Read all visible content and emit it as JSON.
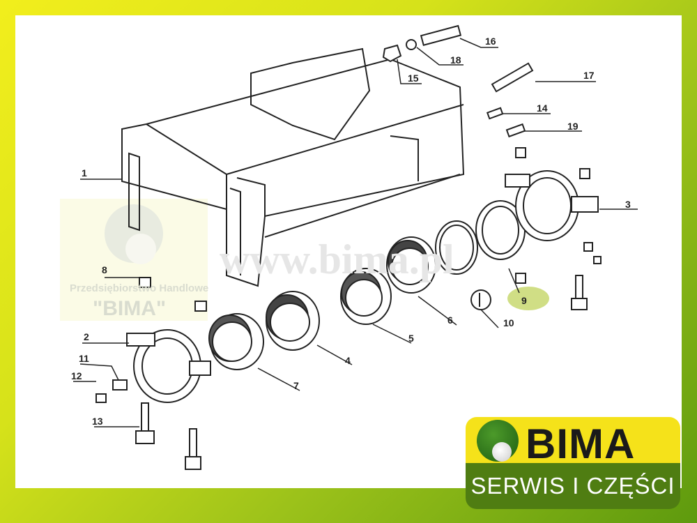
{
  "watermark": {
    "line1": "Przedsiębiorstwo Handlowe",
    "line2": "\"BIMA\"",
    "url": "www.bima.pl"
  },
  "logo": {
    "word": "BIMA",
    "tagline": "SERWIS I CZĘŚCI"
  },
  "colors": {
    "frame_yellow": "#f2ee1c",
    "frame_green": "#5e9a0e",
    "highlight": "#c8d870"
  },
  "parts": [
    {
      "label": "1"
    },
    {
      "label": "2"
    },
    {
      "label": "3"
    },
    {
      "label": "4"
    },
    {
      "label": "5"
    },
    {
      "label": "6"
    },
    {
      "label": "7"
    },
    {
      "label": "8"
    },
    {
      "label": "9"
    },
    {
      "label": "10"
    },
    {
      "label": "11"
    },
    {
      "label": "12"
    },
    {
      "label": "13"
    },
    {
      "label": "14"
    },
    {
      "label": "15"
    },
    {
      "label": "16"
    },
    {
      "label": "17"
    },
    {
      "label": "18"
    },
    {
      "label": "19"
    }
  ],
  "highlighted_part": "9"
}
